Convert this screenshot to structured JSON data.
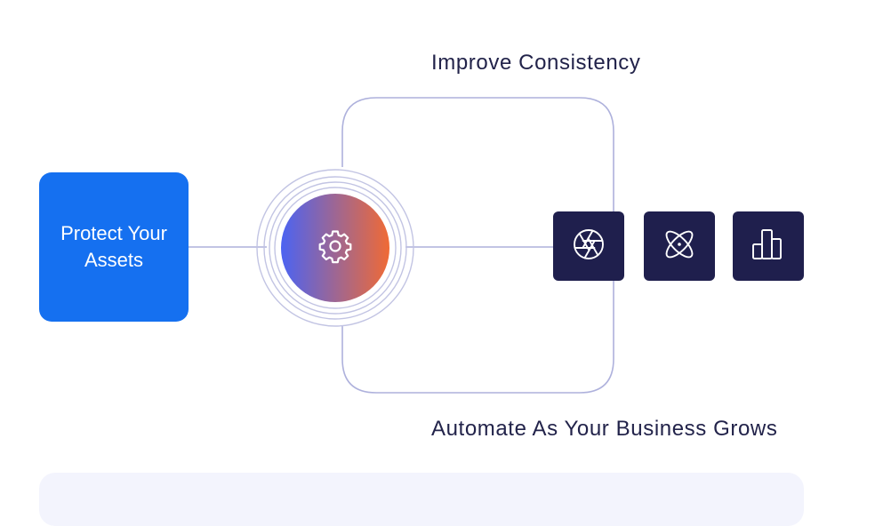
{
  "diagram": {
    "top_label": "Improve Consistency",
    "bottom_label": "Automate As Your Business Grows",
    "protect_box": {
      "label": "Protect Your Assets"
    },
    "hub": {
      "icon": "gear-icon"
    },
    "tiles": [
      {
        "icon": "aperture-icon"
      },
      {
        "icon": "atom-icon"
      },
      {
        "icon": "bar-chart-icon"
      }
    ]
  },
  "colors": {
    "primary_blue": "#1570f0",
    "navy": "#1f1f4d",
    "text": "#22234a",
    "line": "#aeb1dc",
    "gradient_start": "#4b63f2",
    "gradient_end": "#f06a35",
    "panel": "#f3f4fd"
  }
}
